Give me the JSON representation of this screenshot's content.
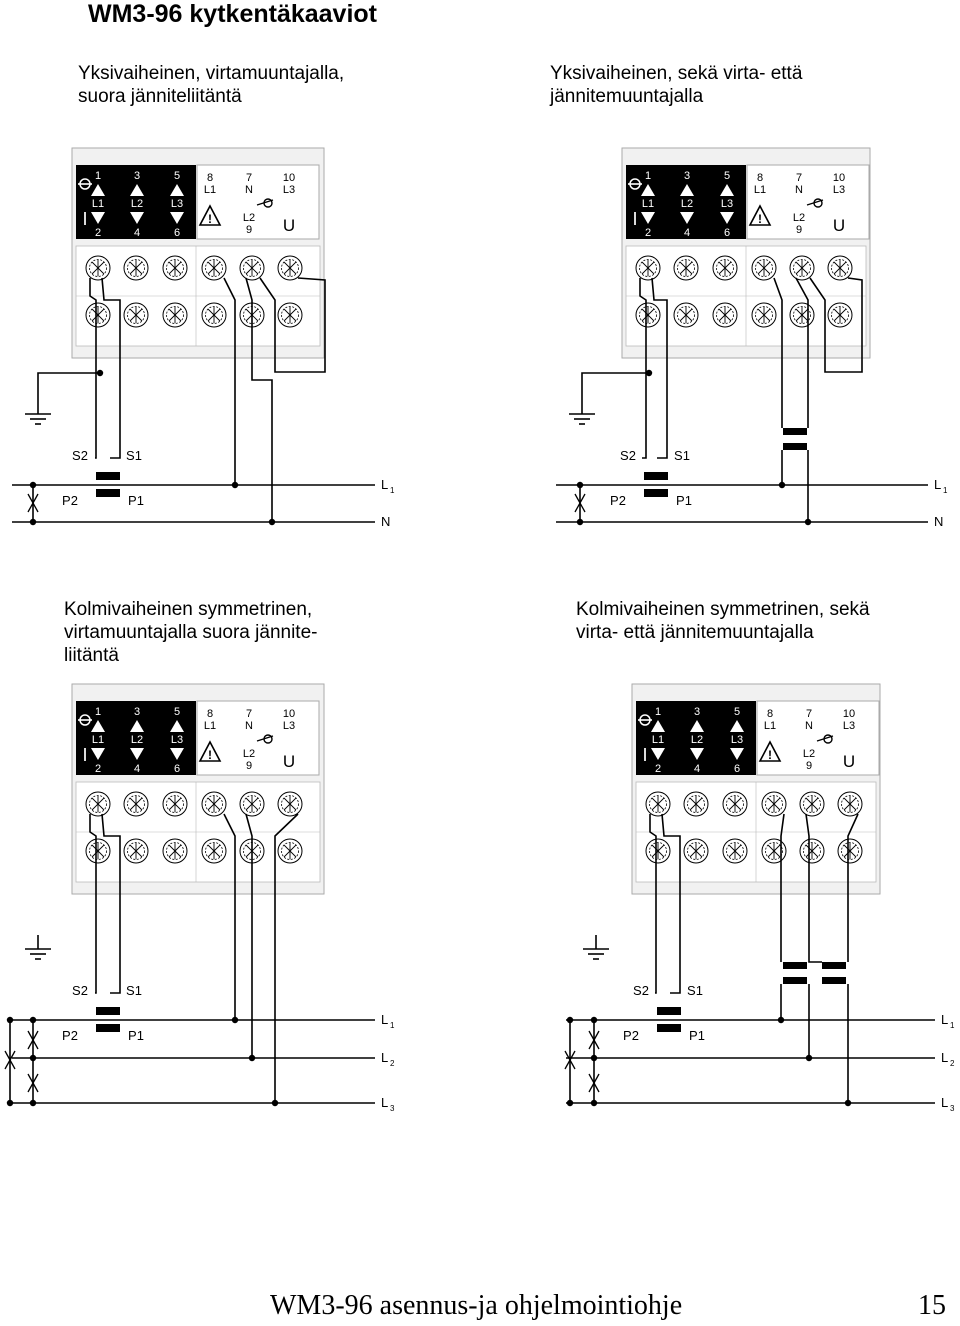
{
  "document": {
    "title": "WM3-96 kytkentäkaaviot",
    "footer_title": "WM3-96 asennus-ja ohjelmointiohje",
    "page_number": "15"
  },
  "labels": {
    "terminal_numbers": [
      "1",
      "3",
      "5"
    ],
    "terminal_lines": [
      "L1",
      "L2",
      "L3"
    ],
    "terminal_numbers_bottom": [
      "2",
      "4",
      "6"
    ],
    "current_symbol": "I",
    "voltage_symbol": "U",
    "t8": "8",
    "t8_line": "L1",
    "t7": "7",
    "t7_line": "N",
    "t10": "10",
    "t10_line": "L3",
    "t9_line": "L2",
    "t9": "9",
    "warning_mark": "!",
    "s2": "S2",
    "s1": "S1",
    "p2": "P2",
    "p1": "P1",
    "line_L": "L",
    "n": "N",
    "sub_1": "1",
    "sub_2": "2",
    "sub_3": "3"
  },
  "diagrams": [
    {
      "caption": "Yksivaiheinen, virtamuuntajalla,\nsuora jänniteliitäntä"
    },
    {
      "caption": "Yksivaiheinen, sekä virta- että\njännitemuuntajalla"
    },
    {
      "caption": "Kolmivaiheinen symmetrinen,\nvirtamuuntajalla suora jännite-\nliitäntä"
    },
    {
      "caption": "Kolmivaiheinen symmetrinen, sekä\nvirta- että jännitemuuntajalla"
    }
  ]
}
